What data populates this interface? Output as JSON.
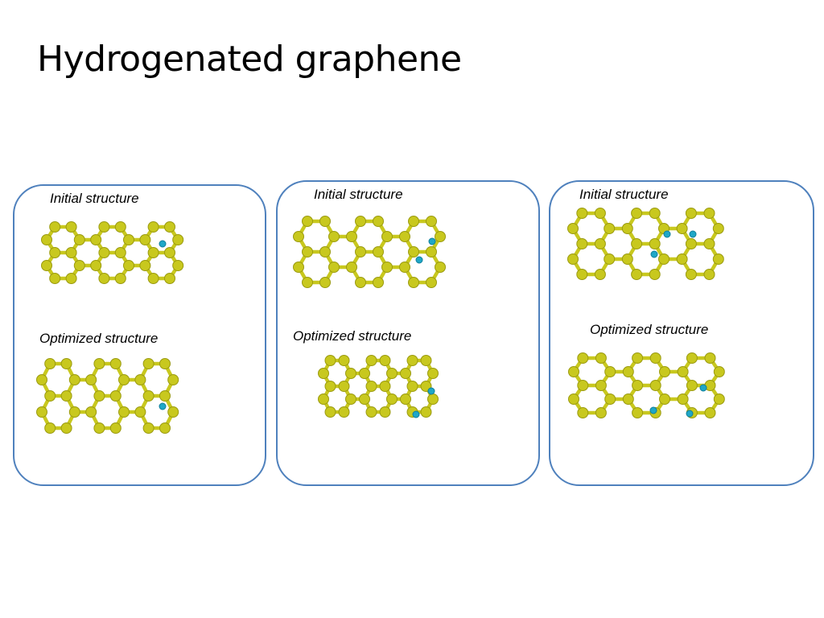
{
  "title": "Hydrogenated graphene",
  "colors": {
    "panel_border": "#4f81bd",
    "carbon": "#c8c81e",
    "hydrogen": "#1fa7c7"
  },
  "panels": [
    {
      "initial_label": "Initial structure",
      "optimized_label": "Optimized structure"
    },
    {
      "initial_label": "Initial structure",
      "optimized_label": "Optimized structure"
    },
    {
      "initial_label": "Initial structure",
      "optimized_label": "Optimized structure"
    }
  ]
}
